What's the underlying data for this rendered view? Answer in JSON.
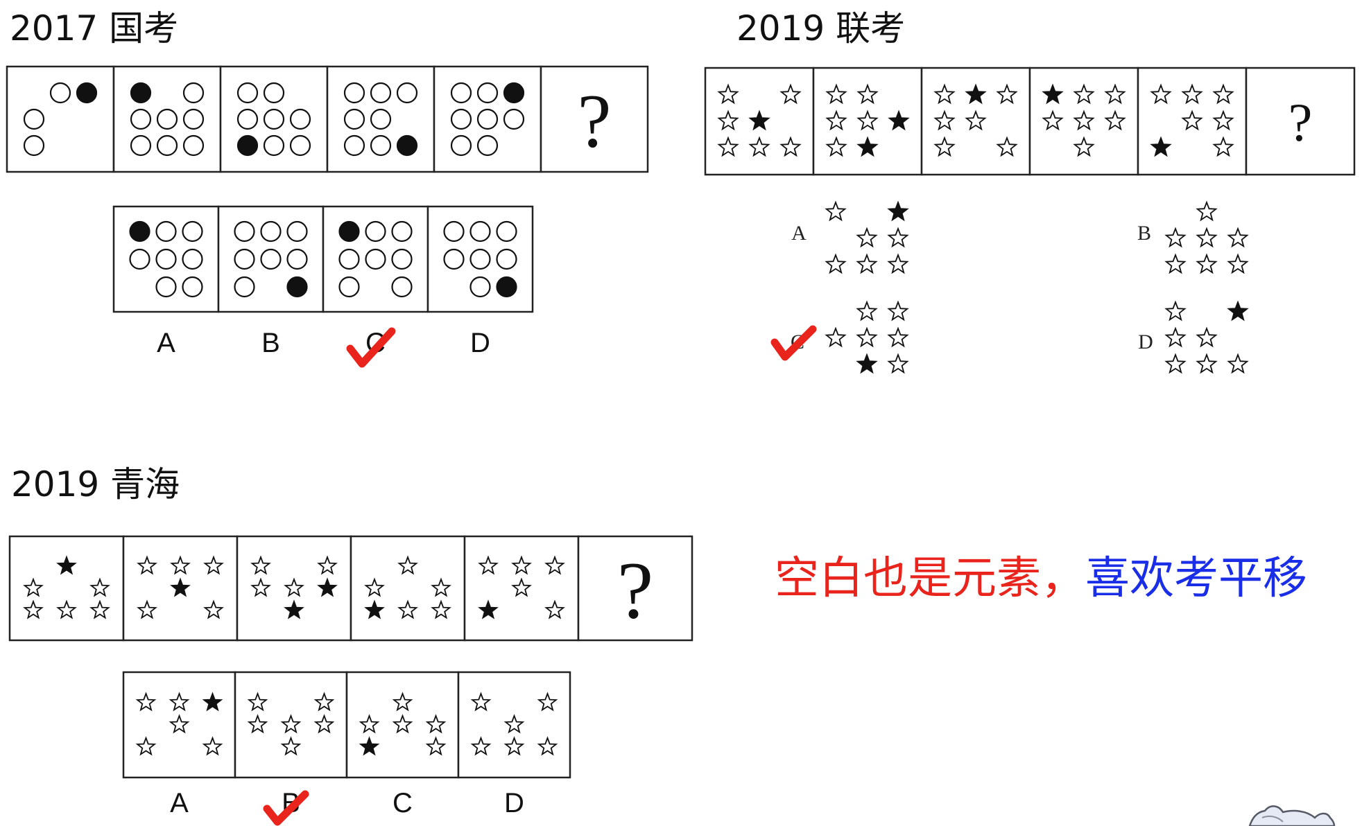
{
  "colors": {
    "line": "#222222",
    "caption_red": "#e8241c",
    "caption_blue": "#1a2ee8",
    "check": "#e8241c"
  },
  "icons": [
    "circle-icon",
    "star-icon",
    "check-mark-icon",
    "mascot-icon"
  ],
  "puzzles": [
    {
      "id": "guokao-2017",
      "title": "2017 国考",
      "symbol": "circle",
      "question_mark": "?",
      "sequence": [
        {
          "cells": [
            [
              0,
              1,
              2
            ],
            [
              1,
              0,
              0
            ],
            [
              1,
              0,
              0
            ]
          ]
        },
        {
          "cells": [
            [
              2,
              0,
              1
            ],
            [
              1,
              1,
              1
            ],
            [
              1,
              1,
              1
            ]
          ]
        },
        {
          "cells": [
            [
              1,
              1,
              0
            ],
            [
              1,
              1,
              1
            ],
            [
              2,
              1,
              1
            ]
          ]
        },
        {
          "cells": [
            [
              1,
              1,
              1
            ],
            [
              1,
              1,
              0
            ],
            [
              1,
              1,
              2
            ]
          ]
        },
        {
          "cells": [
            [
              1,
              1,
              2
            ],
            [
              1,
              1,
              1
            ],
            [
              1,
              1,
              0
            ]
          ]
        }
      ],
      "options": [
        {
          "label": "A",
          "cells": [
            [
              2,
              1,
              1
            ],
            [
              1,
              1,
              1
            ],
            [
              0,
              1,
              1
            ]
          ]
        },
        {
          "label": "B",
          "cells": [
            [
              1,
              1,
              1
            ],
            [
              1,
              1,
              1
            ],
            [
              1,
              0,
              2
            ]
          ]
        },
        {
          "label": "C",
          "cells": [
            [
              2,
              1,
              1
            ],
            [
              1,
              1,
              1
            ],
            [
              1,
              0,
              1
            ]
          ]
        },
        {
          "label": "D",
          "cells": [
            [
              1,
              1,
              1
            ],
            [
              1,
              1,
              1
            ],
            [
              0,
              1,
              2
            ]
          ]
        }
      ],
      "answer": "C"
    },
    {
      "id": "liankao-2019",
      "title": "2019 联考",
      "symbol": "star",
      "question_mark": "?",
      "sequence": [
        {
          "cells": [
            [
              1,
              0,
              1
            ],
            [
              1,
              2,
              0
            ],
            [
              1,
              1,
              1
            ]
          ]
        },
        {
          "cells": [
            [
              1,
              1,
              0
            ],
            [
              1,
              1,
              2
            ],
            [
              1,
              2,
              0
            ]
          ]
        },
        {
          "cells": [
            [
              1,
              2,
              1
            ],
            [
              1,
              1,
              0
            ],
            [
              1,
              0,
              1
            ]
          ]
        },
        {
          "cells": [
            [
              2,
              1,
              1
            ],
            [
              1,
              1,
              1
            ],
            [
              0,
              1,
              0
            ]
          ]
        },
        {
          "cells": [
            [
              1,
              1,
              1
            ],
            [
              0,
              1,
              1
            ],
            [
              2,
              0,
              1
            ]
          ]
        }
      ],
      "options": [
        {
          "label": "A",
          "cells": [
            [
              1,
              0,
              2
            ],
            [
              0,
              1,
              1
            ],
            [
              1,
              1,
              1
            ]
          ]
        },
        {
          "label": "B",
          "cells": [
            [
              0,
              1,
              0
            ],
            [
              1,
              1,
              1
            ],
            [
              1,
              1,
              1
            ]
          ]
        },
        {
          "label": "C",
          "cells": [
            [
              0,
              1,
              1
            ],
            [
              1,
              1,
              1
            ],
            [
              0,
              2,
              1
            ]
          ]
        },
        {
          "label": "D",
          "cells": [
            [
              1,
              0,
              2
            ],
            [
              1,
              1,
              0
            ],
            [
              1,
              1,
              1
            ]
          ]
        }
      ],
      "answer": "C"
    },
    {
      "id": "qinghai-2019",
      "title": "2019 青海",
      "symbol": "star",
      "question_mark": "?",
      "sequence": [
        {
          "cells": [
            [
              0,
              2,
              0
            ],
            [
              1,
              0,
              1
            ],
            [
              1,
              1,
              1
            ]
          ]
        },
        {
          "cells": [
            [
              1,
              1,
              1
            ],
            [
              0,
              2,
              0
            ],
            [
              1,
              0,
              1
            ]
          ]
        },
        {
          "cells": [
            [
              1,
              0,
              1
            ],
            [
              1,
              1,
              2
            ],
            [
              0,
              2,
              0
            ]
          ]
        },
        {
          "cells": [
            [
              0,
              1,
              0
            ],
            [
              1,
              0,
              1
            ],
            [
              2,
              1,
              1
            ]
          ]
        },
        {
          "cells": [
            [
              1,
              1,
              1
            ],
            [
              0,
              1,
              0
            ],
            [
              2,
              0,
              1
            ]
          ]
        }
      ],
      "options": [
        {
          "label": "A",
          "cells": [
            [
              1,
              1,
              2
            ],
            [
              0,
              1,
              0
            ],
            [
              1,
              0,
              1
            ]
          ]
        },
        {
          "label": "B",
          "cells": [
            [
              1,
              0,
              1
            ],
            [
              1,
              1,
              1
            ],
            [
              0,
              1,
              0
            ]
          ]
        },
        {
          "label": "C",
          "cells": [
            [
              0,
              1,
              0
            ],
            [
              1,
              1,
              1
            ],
            [
              2,
              0,
              1
            ]
          ]
        },
        {
          "label": "D",
          "cells": [
            [
              1,
              0,
              1
            ],
            [
              0,
              1,
              0
            ],
            [
              1,
              1,
              1
            ]
          ]
        }
      ],
      "answer": "B"
    }
  ],
  "caption": {
    "red": "空白也是元素，",
    "blue": "喜欢考平移"
  }
}
